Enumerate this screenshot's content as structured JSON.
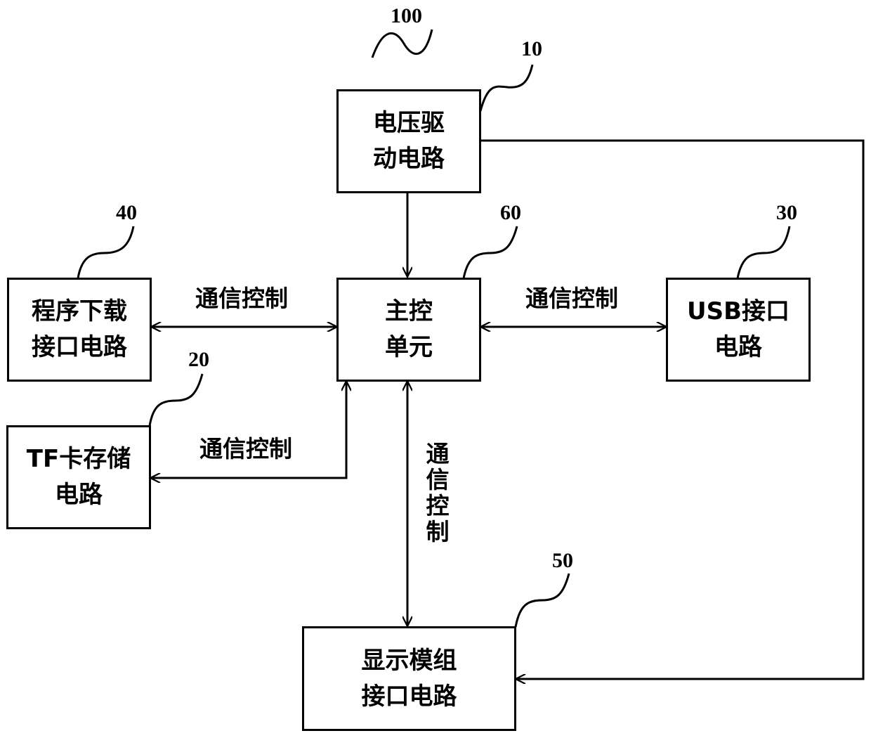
{
  "figure_ref": "100",
  "blocks": {
    "voltage_drive": {
      "ref": "10",
      "lines": [
        "电压驱",
        "动电路"
      ]
    },
    "tf_storage": {
      "ref": "20",
      "lines": [
        "TF卡存储",
        "电路"
      ]
    },
    "usb_interface": {
      "ref": "30",
      "lines": [
        "USB接口",
        "电路"
      ]
    },
    "program_download": {
      "ref": "40",
      "lines": [
        "程序下载",
        "接口电路"
      ]
    },
    "display_module": {
      "ref": "50",
      "lines": [
        "显示模组",
        "接口电路"
      ]
    },
    "main_control": {
      "ref": "60",
      "lines": [
        "主控",
        "单元"
      ]
    }
  },
  "links": {
    "program_to_main": "通信控制",
    "main_to_usb": "通信控制",
    "tf_to_main": "通信控制",
    "main_to_display": "通信控制"
  },
  "colors": {
    "line": "#000000",
    "background": "#ffffff"
  }
}
